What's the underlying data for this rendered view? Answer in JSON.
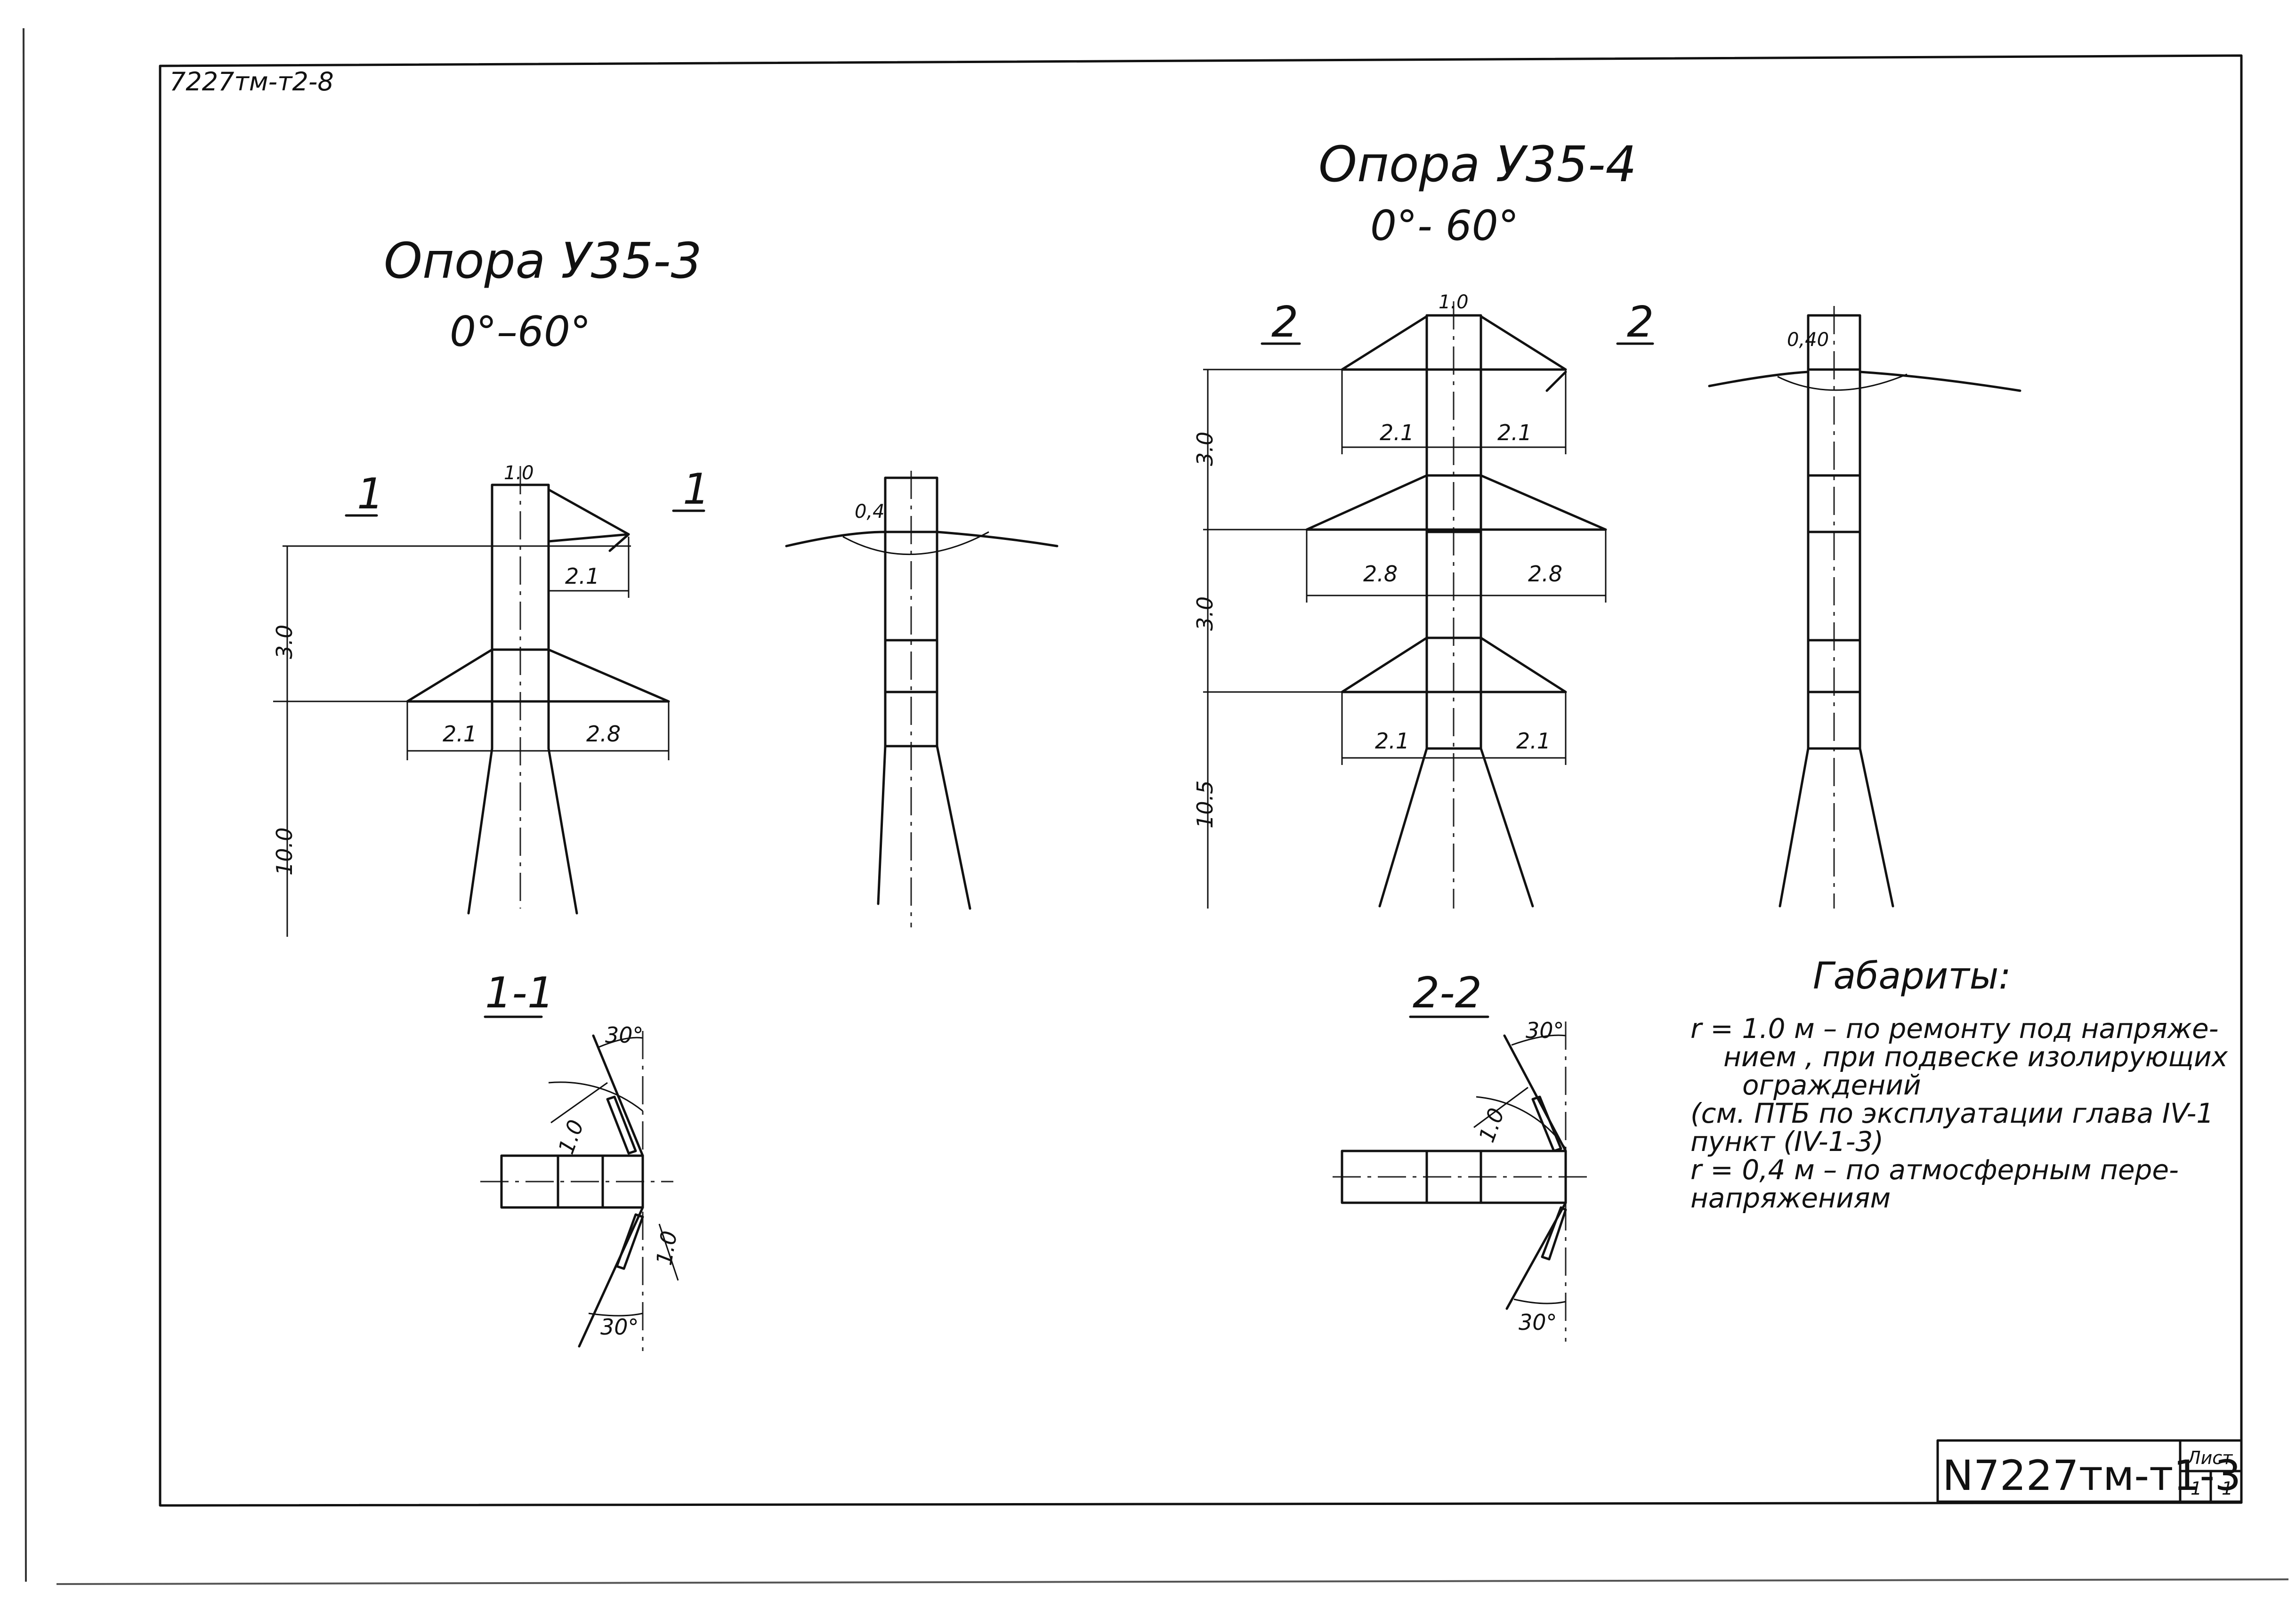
{
  "sheet": {
    "corner_code": "7227тм-т2-8",
    "stamp_number": "N7227тм-т1-3",
    "stamp_sheet_label": "Лист",
    "stamp_sheet_no": "1",
    "stamp_sheets_total": "1"
  },
  "support_left": {
    "title": "Опора У35-3",
    "angle": "0°–60°",
    "top_width": "1.0",
    "section_mark_left": "1",
    "section_mark_right": "1",
    "dim_arm_upper": "2.1",
    "dim_arm_left": "2.1",
    "dim_arm_right": "2.8",
    "dim_vertical_upper": "3.0",
    "dim_vertical_lower": "10.0",
    "side_dim": "0,4"
  },
  "support_right": {
    "title": "Опора У35-4",
    "angle": "0°- 60°",
    "top_width": "1.0",
    "section_mark_left": "2",
    "section_mark_right": "2",
    "dim_top_left": "2.1",
    "dim_top_right": "2.1",
    "dim_mid_left": "2.8",
    "dim_mid_right": "2.8",
    "dim_low_left": "2.1",
    "dim_low_right": "2.1",
    "dim_vertical_1": "3.0",
    "dim_vertical_2": "3.0",
    "dim_vertical_3": "10.5",
    "side_dim": "0,40"
  },
  "section_1": {
    "label": "1-1",
    "angle_top": "30°",
    "angle_bottom": "30°",
    "radius": "1.0",
    "offset": "1.0"
  },
  "section_2": {
    "label": "2-2",
    "angle_top": "30°",
    "angle_bottom": "30°",
    "radius": "1.0"
  },
  "notes": {
    "heading": "Габариты:",
    "lines": [
      "r = 1.0 м – по ремонту под напряже-",
      "нием , при подвеске изолирующих",
      "ограждений",
      "(см. ПТБ по эксплуатации глава IV-1",
      "пункт (IV-1-3)",
      "r = 0,4 м – по атмосферным пере-",
      "напряжениям"
    ]
  }
}
